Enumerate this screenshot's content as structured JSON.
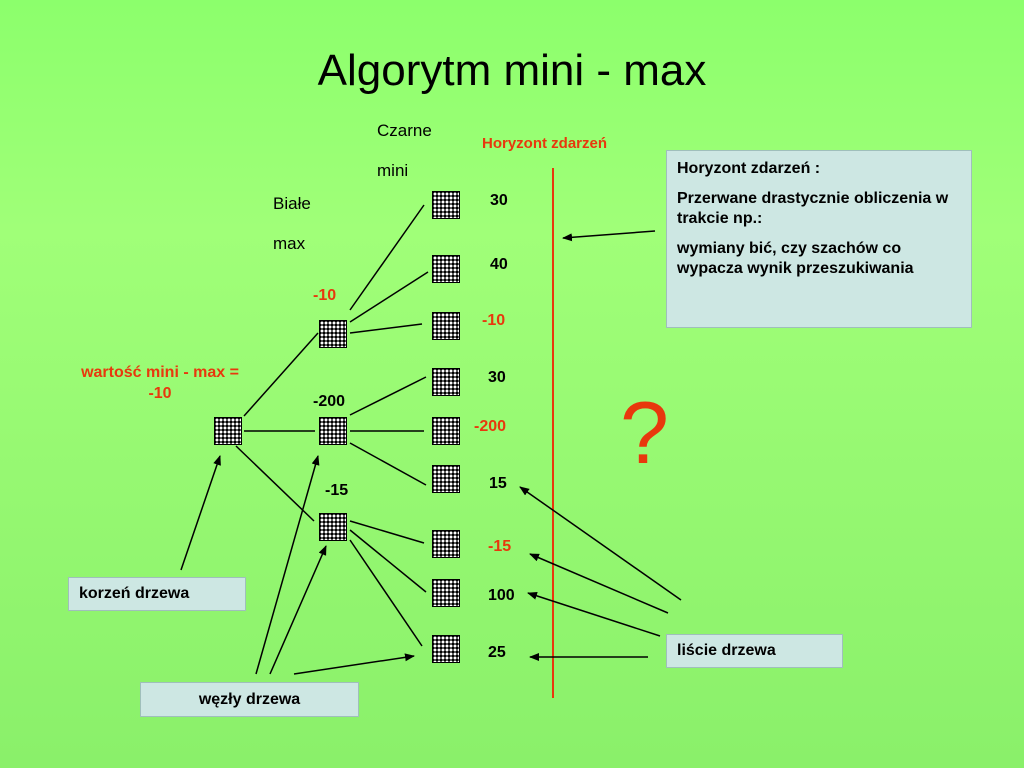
{
  "title": "Algorytm mini - max",
  "levels": {
    "black_label": "Czarne",
    "black_mode": "mini",
    "white_label": "Białe",
    "white_mode": "max"
  },
  "root_value_label": "wartość mini - max =",
  "root_value": "-10",
  "mid_values": [
    "-10",
    "-200",
    "-15"
  ],
  "leaf_values": [
    "30",
    "40",
    "-10",
    "30",
    "-200",
    "15",
    "-15",
    "100",
    "25"
  ],
  "horizon_label": "Horyzont zdarzeń",
  "horizon_note": {
    "heading": "Horyzont zdarzeń :",
    "line1": "Przerwane drastycznie obliczenia w trakcie np.:",
    "line2": "wymiany bić, czy szachów co wypacza wynik przeszukiwania"
  },
  "question_mark": "?",
  "labels": {
    "root": "korzeń drzewa",
    "nodes": "węzły drzewa",
    "leaves": "liście drzewa"
  },
  "colors": {
    "background": "#8cff6c",
    "accent_red": "#e8380d",
    "box_fill": "#cde7e3"
  }
}
